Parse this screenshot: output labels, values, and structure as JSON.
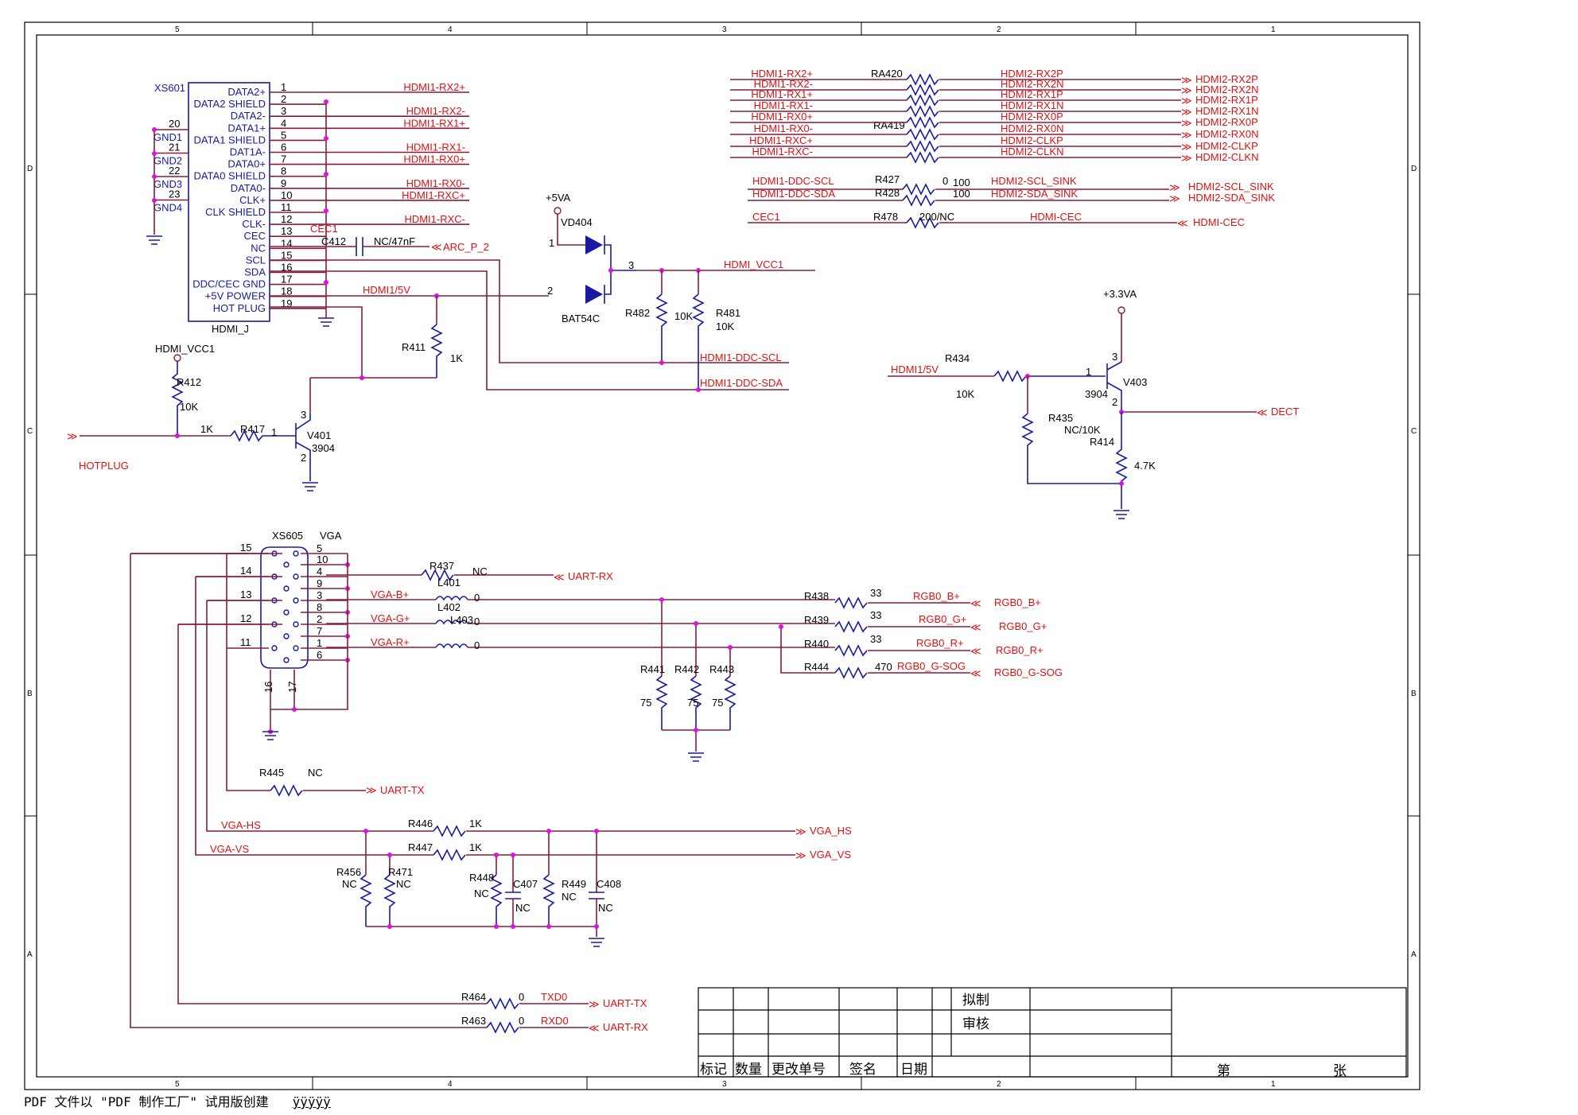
{
  "border": {
    "cols_top": [
      "5",
      "4",
      "3",
      "2",
      "1"
    ],
    "rows_left": [
      "D",
      "C",
      "B",
      "A"
    ]
  },
  "hdmi": {
    "ref": "XS601",
    "name": "HDMI_J",
    "pins": [
      {
        "num": "1",
        "name": "DATA2+",
        "net": "HDMI1-RX2+"
      },
      {
        "num": "2",
        "name": "DATA2 SHIELD",
        "net": ""
      },
      {
        "num": "3",
        "name": "DATA2-",
        "net": "HDMI1-RX2-"
      },
      {
        "num": "4",
        "name": "DATA1+",
        "net": "HDMI1-RX1+"
      },
      {
        "num": "5",
        "name": "DATA1 SHIELD",
        "net": ""
      },
      {
        "num": "6",
        "name": "DAT1A-",
        "net": "HDMI1-RX1-"
      },
      {
        "num": "7",
        "name": "DATA0+",
        "net": "HDMI1-RX0+"
      },
      {
        "num": "8",
        "name": "DATA0 SHIELD",
        "net": ""
      },
      {
        "num": "9",
        "name": "DATA0-",
        "net": "HDMI1-RX0-"
      },
      {
        "num": "10",
        "name": "CLK+",
        "net": "HDMI1-RXC+"
      },
      {
        "num": "11",
        "name": "CLK SHIELD",
        "net": ""
      },
      {
        "num": "12",
        "name": "CLK-",
        "net": "HDMI1-RXC-"
      },
      {
        "num": "13",
        "name": "CEC",
        "net": "CEC1"
      },
      {
        "num": "14",
        "name": "NC",
        "net": ""
      },
      {
        "num": "15",
        "name": "SCL",
        "net": ""
      },
      {
        "num": "16",
        "name": "SDA",
        "net": ""
      },
      {
        "num": "17",
        "name": "DDC/CEC GND",
        "net": ""
      },
      {
        "num": "18",
        "name": "+5V POWER",
        "net": "HDMI1/5V"
      },
      {
        "num": "19",
        "name": "HOT PLUG",
        "net": ""
      }
    ],
    "gnd_pins": [
      {
        "num": "20",
        "name": "GND1"
      },
      {
        "num": "21",
        "name": "GND2"
      },
      {
        "num": "22",
        "name": "GND3"
      },
      {
        "num": "23",
        "name": "GND4"
      }
    ]
  },
  "labels": {
    "c412": "C412",
    "c412_val": "NC/47nF",
    "arc": "ARC_P_2",
    "vcc5": "+5VA",
    "vd404": "VD404",
    "bat": "BAT54C",
    "d_pin1": "1",
    "d_pin2": "2",
    "d_pin3": "3",
    "hdmi_vcc1": "HDMI_VCC1",
    "r482": "R482",
    "r482_val": "10K",
    "r481": "R481",
    "r481_val": "10K",
    "ddc_scl": "HDMI1-DDC-SCL",
    "ddc_sda": "HDMI1-DDC-SDA",
    "r411": "R411",
    "r411_val": "1K",
    "vcc1_tag": "HDMI_VCC1",
    "r412": "R412",
    "r412_val": "10K",
    "r417": "R417",
    "r417_val": "1K",
    "v401": "V401",
    "v401_type": "3904",
    "q_pin1": "1",
    "q_pin2": "2",
    "q_pin3": "3",
    "hotplug": "HOTPLUG",
    "ra420": "RA420",
    "ra419": "RA419",
    "r427": "R427",
    "r427_val": "100",
    "r428": "R428",
    "r428_val": "100",
    "r478": "R478",
    "r478_val": "200/NC",
    "ddc_scl_in": "HDMI1-DDC-SCL",
    "ddc_sda_in": "HDMI1-DDC-SDA",
    "scl_sink": "HDMI2-SCL_SINK",
    "sda_sink": "HDMI2-SDA_SINK",
    "scl_sink_port": "HDMI2-SCL_SINK",
    "sda_sink_port": "HDMI2-SDA_SINK",
    "cec1": "CEC1",
    "hdmi_cec": "HDMI-CEC",
    "hdmi_cec_port": "HDMI-CEC",
    "vcc33": "+3.3VA",
    "hdmi15v": "HDMI1/5V",
    "r434": "R434",
    "r434_val": "10K",
    "v403": "V403",
    "v403_type": "3904",
    "r435": "R435",
    "r435_val": "NC/10K",
    "r414": "R414",
    "r414_val": "4.7K",
    "dect": "DECT",
    "zero": "0"
  },
  "ra_left": [
    "HDMI1-RX2+",
    "HDMI1-RX2-",
    "HDMI1-RX1+",
    "HDMI1-RX1-",
    "HDMI1-RX0+",
    "HDMI1-RX0-",
    "HDMI1-RXC+",
    "HDMI1-RXC-"
  ],
  "ra_mid": [
    "HDMI2-RX2P",
    "HDMI2-RX2N",
    "HDMI2-RX1P",
    "HDMI2-RX1N",
    "HDMI2-RX0P",
    "HDMI2-RX0N",
    "HDMI2-CLKP",
    "HDMI2-CLKN"
  ],
  "ra_right": [
    "HDMI2-RX2P",
    "HDMI2-RX2N",
    "HDMI2-RX1P",
    "HDMI2-RX1N",
    "HDMI2-RX0P",
    "HDMI2-RX0N",
    "HDMI2-CLKP",
    "HDMI2-CLKN"
  ],
  "vga": {
    "ref": "XS605",
    "name": "VGA",
    "left_pins": [
      "15",
      "14",
      "13",
      "12",
      "11"
    ],
    "right_pins": [
      "5",
      "10",
      "4",
      "9",
      "3",
      "8",
      "2",
      "7",
      "1",
      "6"
    ],
    "bottom_pins": [
      "16",
      "17"
    ],
    "r437": "R437",
    "r437_val": "NC",
    "uart_rx": "UART-RX",
    "l401": "L401",
    "l402": "L402",
    "l403": "L403",
    "vga_b": "VGA-B+",
    "vga_g": "VGA-G+",
    "vga_r": "VGA-R+",
    "zero": "0",
    "r438": "R438",
    "r438_val": "33",
    "r439": "R439",
    "r439_val": "33",
    "r440": "R440",
    "r440_val": "33",
    "r444": "R444",
    "r444_val": "470",
    "rgb_b": "RGB0_B+",
    "rgb_g": "RGB0_G+",
    "rgb_r": "RGB0_R+",
    "rgb_sog": "RGB0_G-SOG",
    "rgb_b_port": "RGB0_B+",
    "rgb_g_port": "RGB0_G+",
    "rgb_r_port": "RGB0_R+",
    "rgb_sog_port": "RGB0_G-SOG",
    "r441": "R441",
    "r442": "R442",
    "r443": "R443",
    "r75": "75",
    "r445": "R445",
    "r445_val": "NC",
    "uart_tx": "UART-TX",
    "vga_hs": "VGA-HS",
    "vga_vs": "VGA-VS",
    "vga_hs_port": "VGA_HS",
    "vga_vs_port": "VGA_VS",
    "r446": "R446",
    "r446_val": "1K",
    "r447": "R447",
    "r447_val": "1K",
    "r456": "R456",
    "r471": "R471",
    "r448": "R448",
    "r449": "R449",
    "c407": "C407",
    "c408": "C408",
    "nc": "NC",
    "r464": "R464",
    "r463": "R463",
    "txd0": "TXD0",
    "rxd0": "RXD0",
    "uart_tx2": "UART-TX",
    "uart_rx2": "UART-RX"
  },
  "title_block": {
    "draft": "拟制",
    "review": "审核",
    "headers": [
      "标记",
      "数量",
      "更改单号",
      "签名",
      "日期"
    ],
    "page_prefix": "第",
    "page_suffix": "张"
  },
  "footer": {
    "text": "PDF 文件以 \"PDF 制作工厂\" 试用版创建",
    "link": "ÿÿÿÿÿ"
  }
}
